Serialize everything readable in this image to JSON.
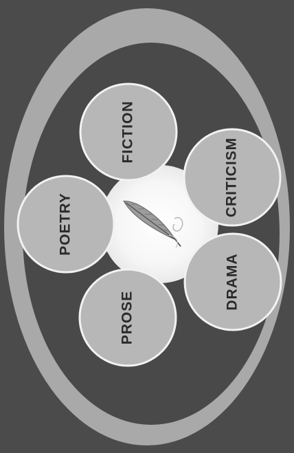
{
  "diagram": {
    "center_icon": "quill-pen-icon",
    "genres": [
      {
        "id": "fiction",
        "label": "FICTION"
      },
      {
        "id": "poetry",
        "label": "POETRY"
      },
      {
        "id": "criticism",
        "label": "CRITICISM"
      },
      {
        "id": "prose",
        "label": "PROSE"
      },
      {
        "id": "drama",
        "label": "DRAMA"
      }
    ]
  }
}
